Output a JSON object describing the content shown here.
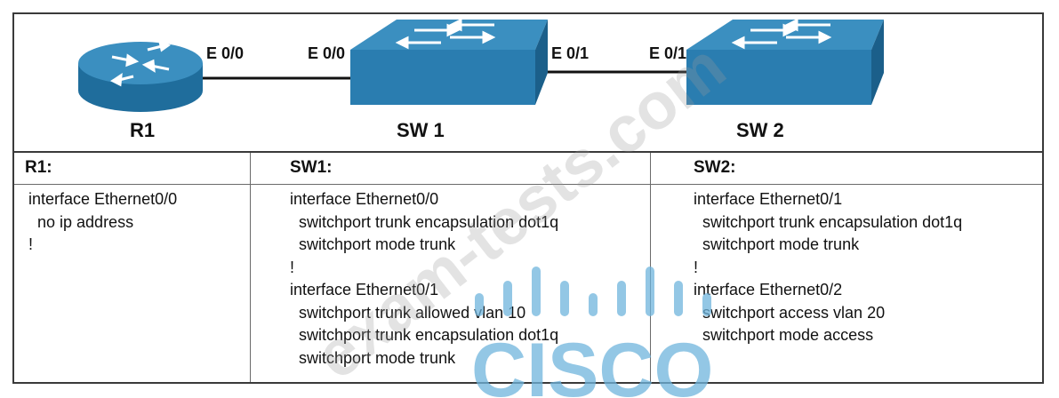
{
  "diagram": {
    "ports": {
      "r1_e00": "E 0/0",
      "sw1_e00": "E 0/0",
      "sw1_e01": "E 0/1",
      "sw2_e01": "E 0/1"
    },
    "devices": {
      "r1": "R1",
      "sw1": "SW 1",
      "sw2": "SW 2"
    },
    "colors": {
      "device_blue": "#2f7fb0",
      "device_dark": "#1b5f8a",
      "line": "#111111"
    }
  },
  "config_table": {
    "r1": {
      "title": "R1:",
      "lines": [
        "interface Ethernet0/0",
        "  no ip address",
        "!"
      ]
    },
    "sw1": {
      "title": "SW1:",
      "lines": [
        "interface Ethernet0/0",
        "  switchport trunk encapsulation dot1q",
        "  switchport mode trunk",
        "!",
        "interface Ethernet0/1",
        "  switchport trunk allowed vlan 10",
        "  switchport trunk encapsulation dot1q",
        "  switchport mode trunk"
      ]
    },
    "sw2": {
      "title": "SW2:",
      "lines": [
        "interface Ethernet0/1",
        "  switchport trunk encapsulation dot1q",
        "  switchport mode trunk",
        "!",
        "interface Ethernet0/2",
        "  switchport access vlan 20",
        "  switchport mode access"
      ]
    }
  },
  "watermarks": {
    "site": "exam-tests.com",
    "logo": "CISCO"
  }
}
